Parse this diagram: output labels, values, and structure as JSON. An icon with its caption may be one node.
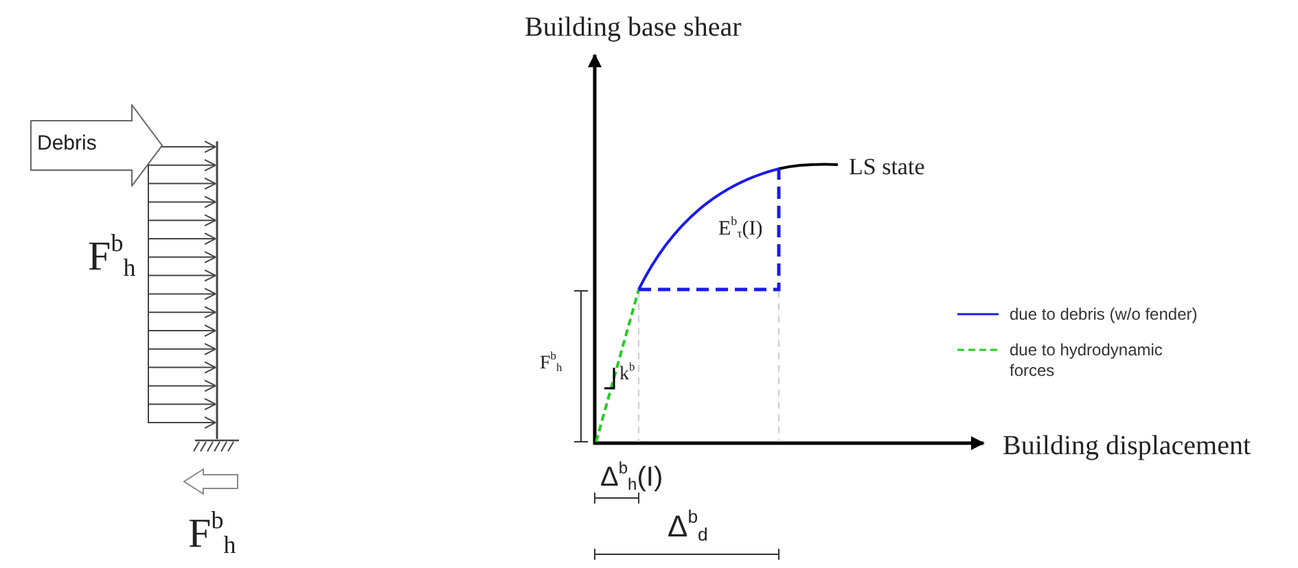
{
  "diagram": {
    "nodes": [
      {
        "text": [
          "Debris"
        ]
      }
    ],
    "labels": [
      "Building base shear",
      "LS state",
      "F$^{b}$$_{h}$",
      "E$^{b}$$_{τ}$(I)",
      "F$^{b}$$_{h}$",
      "k$^{b}$",
      "Building displacement",
      "Δ$^{b}$$_{h}$(I)",
      "F$^{b}$$_{h}$",
      "Δ$^{b}$$_{d}$"
    ],
    "legend": [
      {
        "text": "due to debris (w/o fender)"
      },
      {
        "text": "due to hydrodynamic forces"
      }
    ]
  }
}
